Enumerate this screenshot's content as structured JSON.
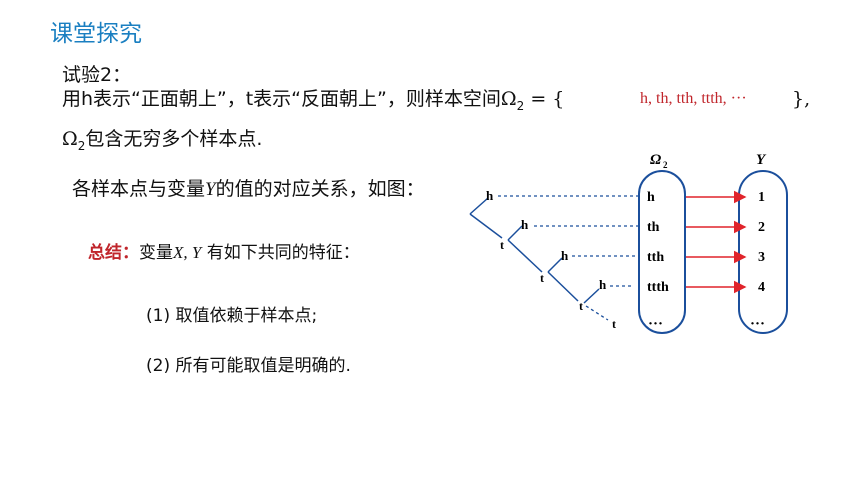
{
  "header": {
    "title": "课堂探究"
  },
  "experiment": {
    "heading": "试验2：",
    "line1_prefix": "用h表示“正面朝上”，t表示“反面朝上”，则样本空间",
    "omega": "Ω",
    "omega_sub": "2",
    "equals_brace": "= {",
    "answer": "h, th, tth, ttth, ···",
    "close_brace": "},",
    "line2_suffix": "包含无穷多个样本点."
  },
  "correspondence": {
    "intro_prefix": "各样本点与变量",
    "intro_var": "Y",
    "intro_suffix": "的值的对应关系，如图："
  },
  "summary": {
    "label": "总结：",
    "text_prefix": "变量",
    "vars": "X, Y",
    "text_suffix": "有如下共同的特征：",
    "point1": "(1) 取值依赖于样本点;",
    "point2": "(2) 所有可能取值是明确的."
  },
  "diagram": {
    "set_label": "Ω",
    "set_label_sub": "2",
    "var_label": "Y",
    "samples": [
      "h",
      "th",
      "tth",
      "ttth"
    ],
    "values": [
      "1",
      "2",
      "3",
      "4"
    ],
    "ellipsis": "···",
    "tree": {
      "branch_h": [
        "h",
        "h",
        "h",
        "h"
      ],
      "branch_t": [
        "t",
        "t",
        "t",
        "t"
      ]
    },
    "colors": {
      "arrow": "#e0242b",
      "dashed": "#1b4f9c",
      "frame": "#1b4f9c"
    }
  }
}
